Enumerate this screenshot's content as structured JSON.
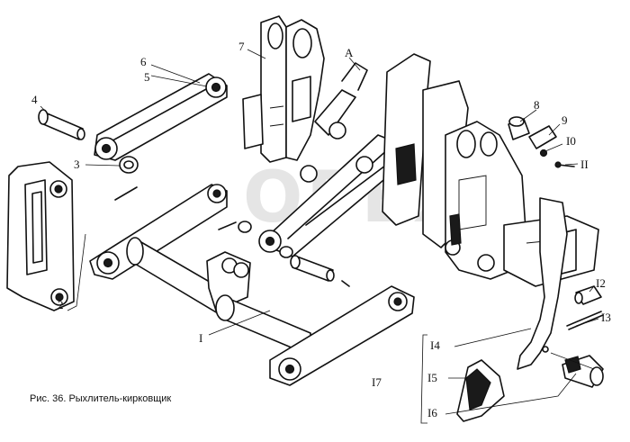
{
  "caption": "Рис. 36. Рыхлитель-кирковщик",
  "watermark": "ОРЕХ",
  "callouts": {
    "A": "A",
    "n1": "I",
    "n2": "2",
    "n3": "3",
    "n4": "4",
    "n5": "5",
    "n6": "6",
    "n7": "7",
    "n8": "8",
    "n9": "9",
    "n10": "I0",
    "n11": "II",
    "n12": "I2",
    "n13": "I3",
    "n14": "I4",
    "n15": "I5",
    "n16": "I6",
    "n17": "I7"
  }
}
